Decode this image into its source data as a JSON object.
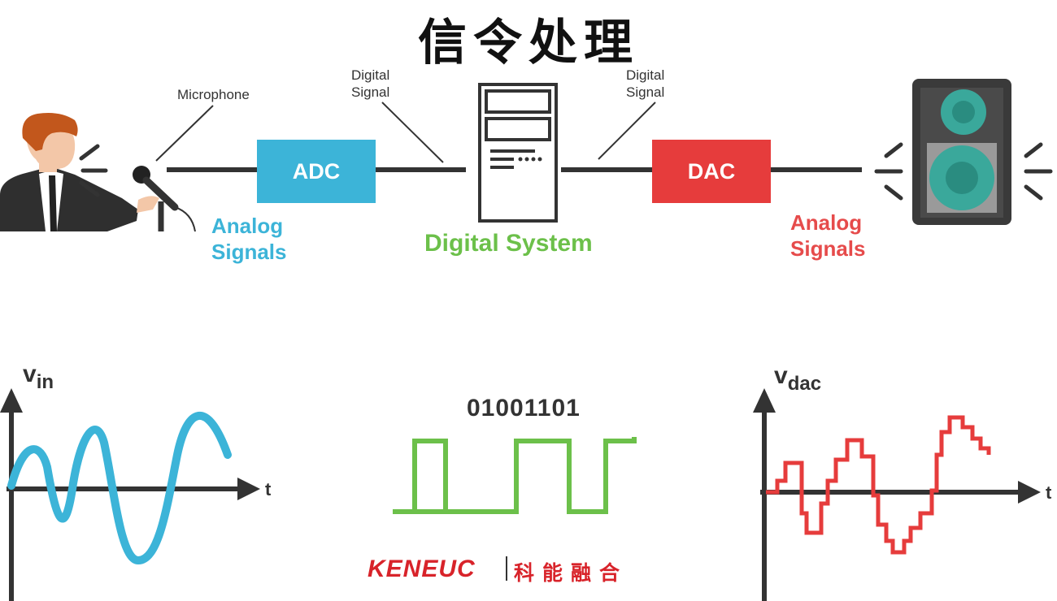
{
  "title": "信令处理",
  "labels": {
    "microphone": "Microphone",
    "digital_signal_left_1": "Digital",
    "digital_signal_left_2": "Signal",
    "digital_signal_right_1": "Digital",
    "digital_signal_right_2": "Signal",
    "adc": "ADC",
    "dac": "DAC",
    "analog_left_1": "Analog",
    "analog_left_2": "Signals",
    "digital_system": "Digital System",
    "analog_right_1": "Analog",
    "analog_right_2": "Signals"
  },
  "graphs": {
    "vin_main": "v",
    "vin_sub": "in",
    "vdac_main": "v",
    "vdac_sub": "dac",
    "t_left": "t",
    "t_right": "t",
    "bits": "01001101"
  },
  "logo": {
    "latin": "KENEUC",
    "chinese": "科能融合"
  },
  "colors": {
    "adc": "#3cb4d8",
    "dac": "#e63c3c",
    "digital": "#6cc04a",
    "axis": "#333333"
  }
}
